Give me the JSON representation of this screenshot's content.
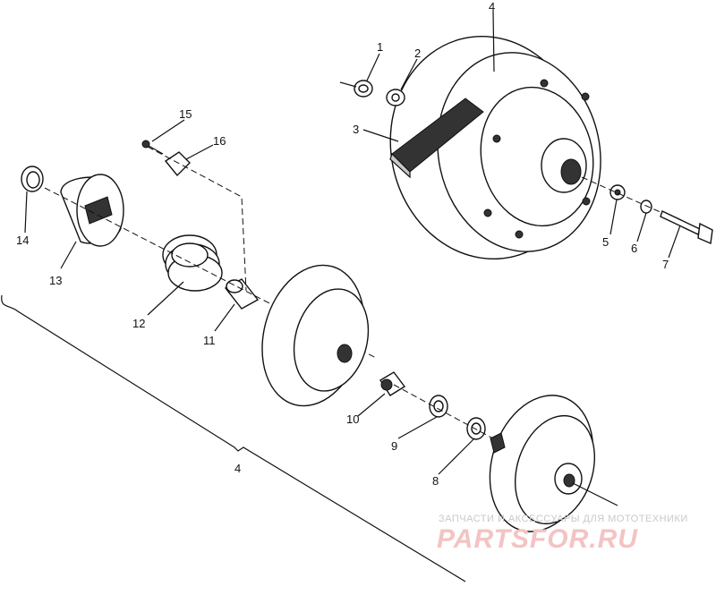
{
  "diagram": {
    "callouts": [
      {
        "id": "c1",
        "text": "1"
      },
      {
        "id": "c2",
        "text": "2"
      },
      {
        "id": "c3",
        "text": "3"
      },
      {
        "id": "c4-top",
        "text": "4"
      },
      {
        "id": "c5",
        "text": "5"
      },
      {
        "id": "c6",
        "text": "6"
      },
      {
        "id": "c7",
        "text": "7"
      },
      {
        "id": "c8",
        "text": "8"
      },
      {
        "id": "c9",
        "text": "9"
      },
      {
        "id": "c10",
        "text": "10"
      },
      {
        "id": "c11",
        "text": "11"
      },
      {
        "id": "c12",
        "text": "12"
      },
      {
        "id": "c13",
        "text": "13"
      },
      {
        "id": "c14",
        "text": "14"
      },
      {
        "id": "c15",
        "text": "15"
      },
      {
        "id": "c16",
        "text": "16"
      },
      {
        "id": "c4-bracket",
        "text": "4"
      }
    ]
  },
  "watermark": {
    "tagline": "ЗАПЧАСТИ И АКСЕССУАРЫ ДЛЯ МОТОТЕХНИКИ",
    "brand": "PARTSFOR.RU",
    "color": "#f4c3c3"
  }
}
